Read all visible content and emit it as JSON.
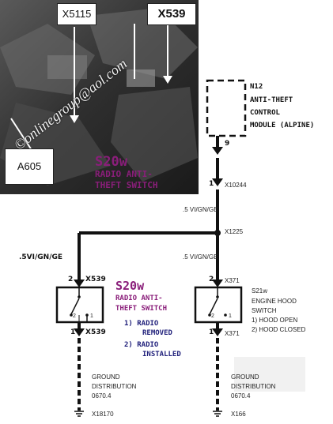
{
  "photo": {
    "tag_x5115": "X5115",
    "tag_x539": "X539",
    "tag_a605": "A605",
    "watermark": "©onlinegroup@aol.com"
  },
  "overlay_caption": {
    "code": "S20w",
    "line1": "RADIO ANTI-",
    "line2": "THEFT SWITCH"
  },
  "module": {
    "code": "N12",
    "line1": "ANTI-THEFT",
    "line2": "CONTROL",
    "line3": "MODULE (ALPINE)",
    "pin": "9"
  },
  "connectors": {
    "x10244_pin": "1",
    "x10244": "X10244",
    "x1225": "X1225",
    "x539_top_pin": "2",
    "x539_top": "X539",
    "x371_top_pin": "2",
    "x371_top": "X371",
    "x539_bottom_pin": "1",
    "x539_bottom": "X539",
    "x371_bottom_pin": "1",
    "x371_bottom": "X371"
  },
  "wires": {
    "main": ".5 VI/GN/GE",
    "left": ".5VI/GN/GE",
    "right": ".5 VI/GN/GE"
  },
  "radio_switch": {
    "code": "S20w",
    "line1": "RADIO ANTI-",
    "line2": "THEFT SWITCH",
    "pin_left": "2",
    "pin_right": "1",
    "state1": "1) RADIO",
    "state1b": "REMOVED",
    "state2": "2) RADIO",
    "state2b": "INSTALLED"
  },
  "hood_switch": {
    "code": "S21w",
    "line1": "ENGINE HOOD",
    "line2": "SWITCH",
    "pin_left": "2",
    "pin_right": "1",
    "state1": "1)  HOOD OPEN",
    "state2": "2)  HOOD CLOSED"
  },
  "ground_left": {
    "line1": "GROUND",
    "line2": "DISTRIBUTION",
    "line3": "0670.4",
    "ref": "X18170"
  },
  "ground_right": {
    "line1": "GROUND",
    "line2": "DISTRIBUTION",
    "line3": "0670.4",
    "ref": "X166"
  }
}
